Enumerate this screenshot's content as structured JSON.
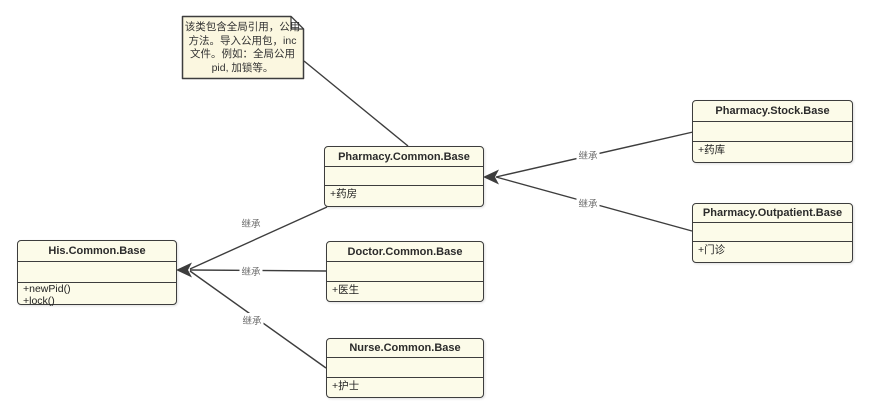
{
  "note": {
    "text": "该类包含全局引用，公用方法。导入公用包，inc文件。例如：全局公用pid, 加锁等。"
  },
  "classes": [
    {
      "name": "His.Common.Base",
      "members": [
        "+newPid()",
        "+lock()"
      ]
    },
    {
      "name": "Pharmacy.Common.Base",
      "members": [
        "+药房"
      ]
    },
    {
      "name": "Doctor.Common.Base",
      "members": [
        "+医生"
      ]
    },
    {
      "name": "Nurse.Common.Base",
      "members": [
        "+护士"
      ]
    },
    {
      "name": "Pharmacy.Stock.Base",
      "members": [
        "+药库"
      ]
    },
    {
      "name": "Pharmacy.Outpatient.Base",
      "members": [
        "+门诊"
      ]
    }
  ],
  "edges": [
    {
      "from": "note",
      "to": "Pharmacy.Common.Base",
      "label": ""
    },
    {
      "from": "Pharmacy.Stock.Base",
      "to": "Pharmacy.Common.Base",
      "label": "继承"
    },
    {
      "from": "Pharmacy.Outpatient.Base",
      "to": "Pharmacy.Common.Base",
      "label": "继承"
    },
    {
      "from": "Pharmacy.Common.Base",
      "to": "His.Common.Base",
      "label": "继承"
    },
    {
      "from": "Doctor.Common.Base",
      "to": "His.Common.Base",
      "label": "继承"
    },
    {
      "from": "Nurse.Common.Base",
      "to": "His.Common.Base",
      "label": "继承"
    }
  ],
  "colors": {
    "background": "#ffffff",
    "shape_fill": "#fcfbe9",
    "note_fill": "#fbf7e0",
    "note_fold_fill": "#ffffff",
    "stroke": "#3d3d3d",
    "edge_label_text": "#6e6e6e"
  }
}
